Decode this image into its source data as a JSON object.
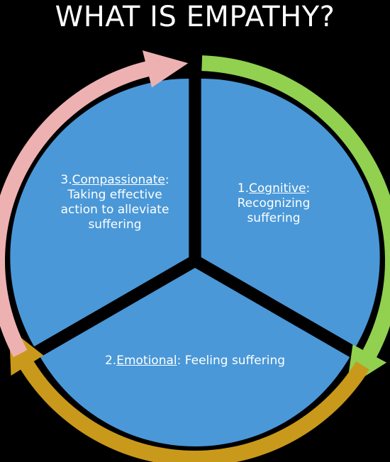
{
  "title": "WHAT IS EMPATHY?",
  "colors": {
    "background": "#000000",
    "segment_fill": "#4a98d8",
    "arrow_cognitive": "#92d050",
    "arrow_emotional": "#c9991b",
    "arrow_compassionate": "#eeb1b2",
    "text": "#ffffff"
  },
  "segments": {
    "cognitive": {
      "number": "1.",
      "name": "Cognitive",
      "separator": ":",
      "description_lines": [
        "Recognizing",
        "suffering"
      ]
    },
    "emotional": {
      "number": "2.",
      "name": "Emotional",
      "separator": ":",
      "description": " Feeling suffering"
    },
    "compassionate": {
      "number": "3.",
      "name": "Compassionate",
      "separator": ":",
      "description_lines": [
        "Taking effective",
        "action to alleviate",
        "suffering"
      ]
    }
  }
}
